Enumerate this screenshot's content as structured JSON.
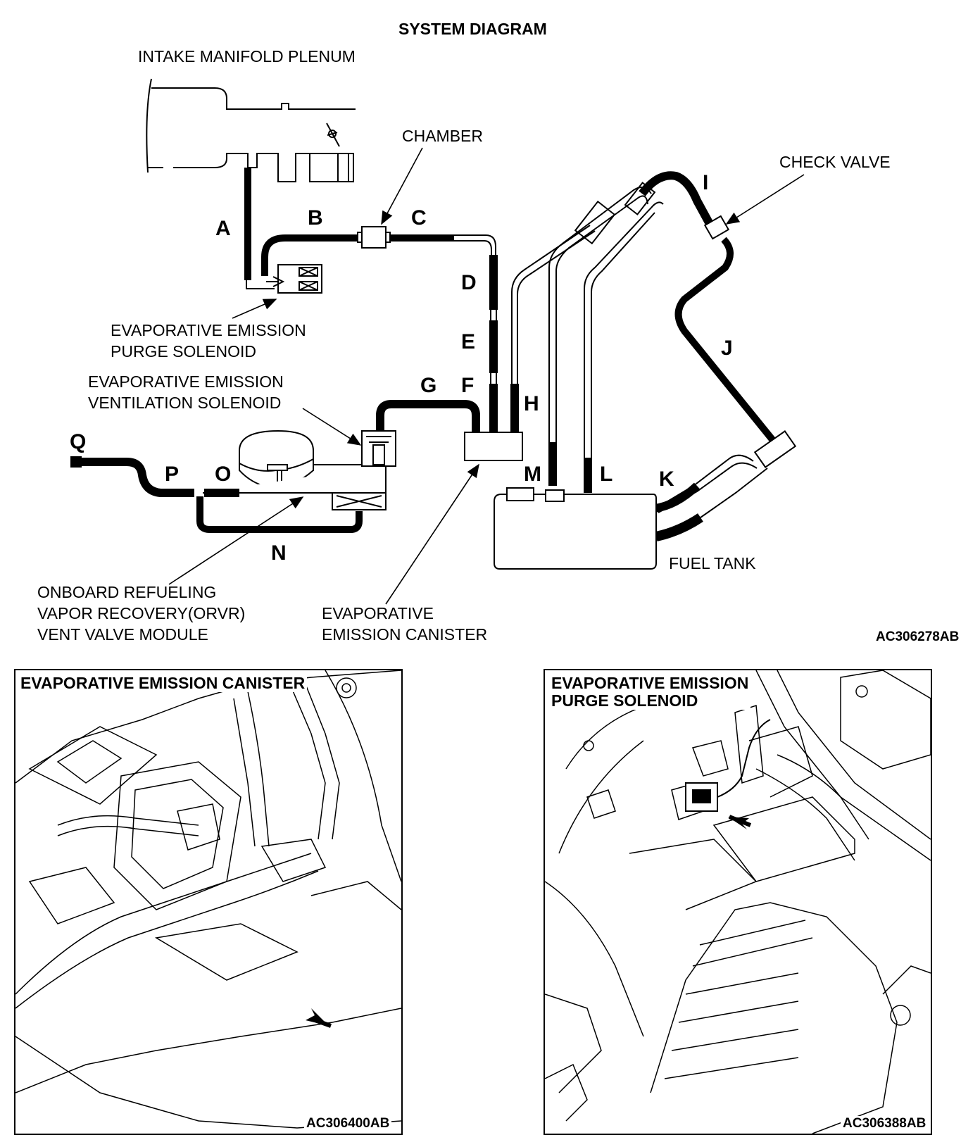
{
  "diagram": {
    "title": "SYSTEM DIAGRAM",
    "figure_code": "AC306278AB",
    "labels": {
      "intake_manifold": "INTAKE MANIFOLD PLENUM",
      "chamber": "CHAMBER",
      "check_valve": "CHECK VALVE",
      "purge_solenoid_1": "EVAPORATIVE EMISSION",
      "purge_solenoid_2": "PURGE SOLENOID",
      "vent_solenoid_1": "EVAPORATIVE EMISSION",
      "vent_solenoid_2": "VENTILATION SOLENOID",
      "orvr_1": "ONBOARD REFUELING",
      "orvr_2": "VAPOR RECOVERY(ORVR)",
      "orvr_3": "VENT VALVE MODULE",
      "canister_1": "EVAPORATIVE",
      "canister_2": "EMISSION CANISTER",
      "fuel_tank": "FUEL TANK"
    },
    "hose_letters": {
      "a": "A",
      "b": "B",
      "c": "C",
      "d": "D",
      "e": "E",
      "f": "F",
      "g": "G",
      "h": "H",
      "i": "I",
      "j": "J",
      "k": "K",
      "l": "L",
      "m": "M",
      "n": "N",
      "o": "O",
      "p": "P",
      "q": "Q"
    }
  },
  "photos": [
    {
      "title_1": "EVAPORATIVE EMISSION CANISTER",
      "title_2": "",
      "code": "AC306400AB"
    },
    {
      "title_1": "EVAPORATIVE EMISSION",
      "title_2": "PURGE SOLENOID",
      "code": "AC306388AB"
    }
  ]
}
